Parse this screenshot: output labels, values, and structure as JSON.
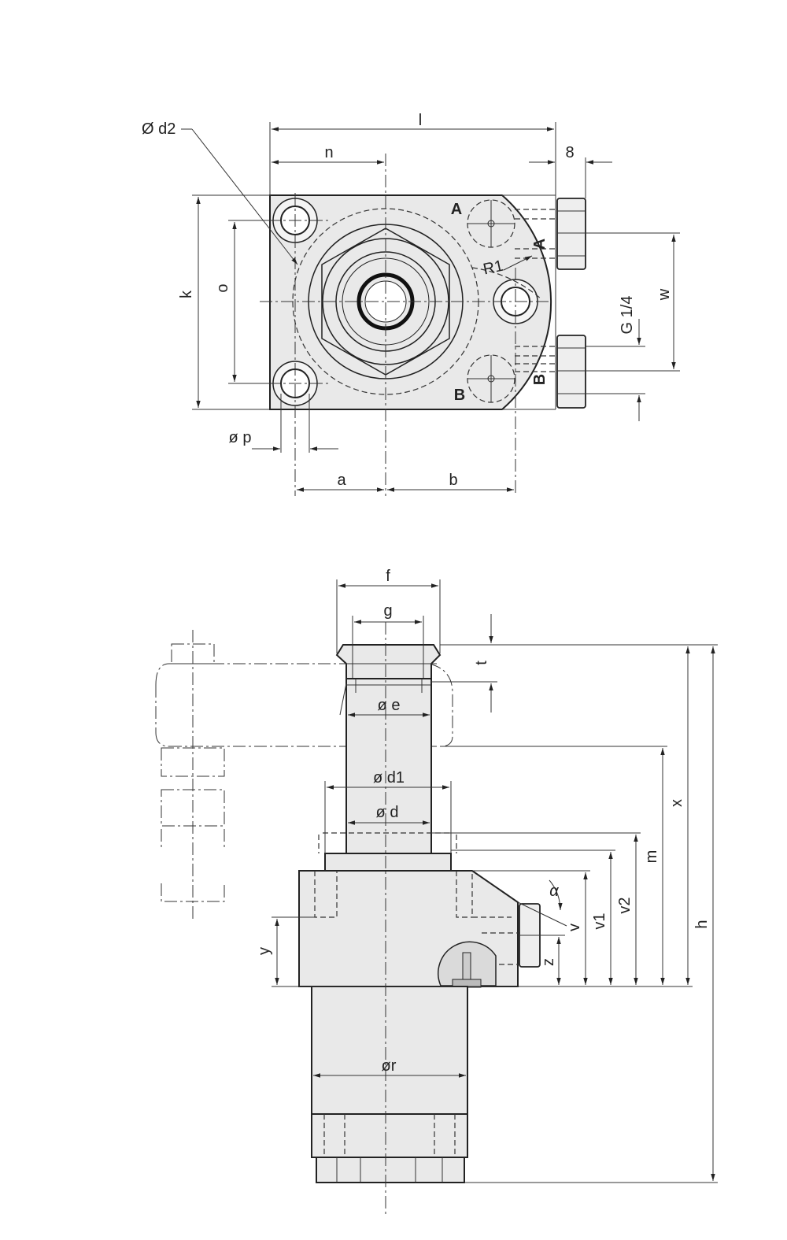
{
  "top_view": {
    "labels": {
      "d2": "Ø d2",
      "l": "l",
      "n": "n",
      "eight": "8",
      "k": "k",
      "o": "o",
      "w": "w",
      "g14": "G 1/4",
      "r1": "R1",
      "port_a": "A",
      "port_a_side": "A",
      "port_b": "B",
      "port_b_side": "B",
      "p": "ø p",
      "a": "a",
      "b": "b"
    }
  },
  "side_view": {
    "labels": {
      "f": "f",
      "g": "g",
      "t": "t",
      "e": "ø e",
      "d1": "ø d1",
      "d": "ø d",
      "x": "x",
      "m": "m",
      "h": "h",
      "alpha": "α",
      "v": "v",
      "v1": "v1",
      "v2": "v2",
      "y": "y",
      "z": "z",
      "r": "ør"
    }
  },
  "colors": {
    "body_fill": "#e9e9e9",
    "line": "#222222"
  }
}
